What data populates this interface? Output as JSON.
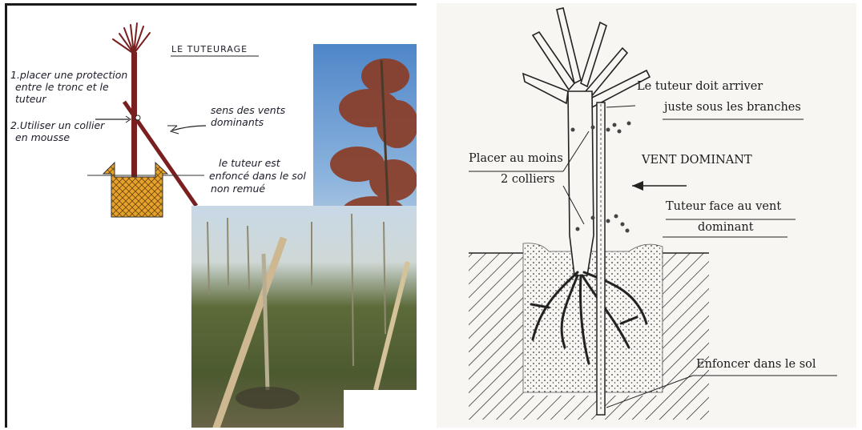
{
  "left_panel": {
    "title": "LE TUTEURAGE",
    "step1": [
      "1.placer une protection",
      "entre le tronc et le",
      "tuteur"
    ],
    "step2": [
      "2.Utiliser un collier",
      "en mousse"
    ],
    "wind": [
      "sens des vents",
      "dominants"
    ],
    "stake": [
      "le tuteur est",
      "enfoncé dans le sol",
      "non remué"
    ]
  },
  "right_panel": {
    "label_top": [
      "Le tuteur doit arriver",
      "juste sous les branches"
    ],
    "label_colliers": [
      "Placer au moins",
      "2 colliers"
    ],
    "label_vent": "VENT DOMINANT",
    "label_face": [
      "Tuteur face au vent",
      "dominant"
    ],
    "label_sol": "Enfoncer dans le sol"
  },
  "colors": {
    "trunk": "#7a1f1f",
    "basket": "#e8a22a",
    "sky": "#5f93cf",
    "leaves": "#8a3d27",
    "grass": "#5d6b3a"
  }
}
